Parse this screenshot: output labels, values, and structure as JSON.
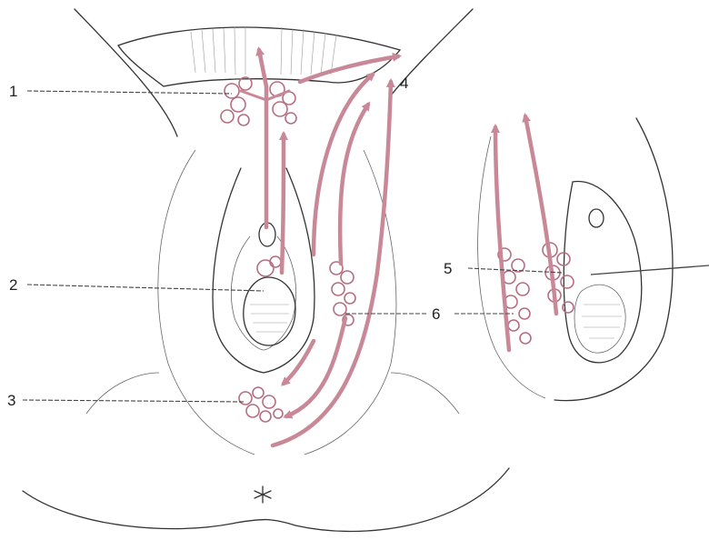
{
  "labels": {
    "l1": "1",
    "l2": "2",
    "l3": "3",
    "l4": "4",
    "l5": "5",
    "l6": "6"
  },
  "colors": {
    "vessel": "#c98897",
    "outline": "#333333",
    "background": "#ffffff"
  }
}
